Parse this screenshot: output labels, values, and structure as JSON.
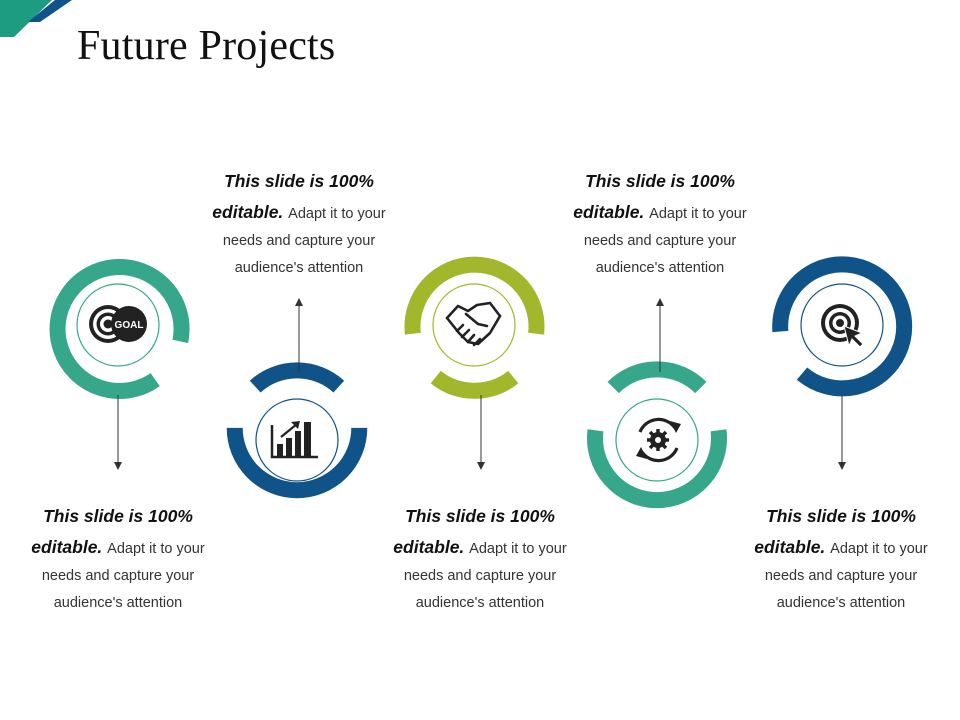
{
  "slide": {
    "title": "Future Projects"
  },
  "colors": {
    "teal": "#36A78A",
    "navy": "#0F5389",
    "olive": "#A2B72B",
    "arrow": "#333333",
    "corner_teal": "#1E9C82",
    "corner_navy": "#0F5389"
  },
  "items": [
    {
      "icon": "goal-target-icon",
      "icon_text": "GOAL",
      "color": "teal",
      "text_position": "below",
      "lead_line1": "This slide is 100%",
      "lead_line2": "editable.",
      "body_line1": "Adapt it to your",
      "body_line2": "needs and capture your",
      "body_line3": "audience's attention"
    },
    {
      "icon": "growth-chart-icon",
      "color": "navy",
      "text_position": "above",
      "lead_line1": "This slide is 100%",
      "lead_line2": "editable.",
      "body_line1": "Adapt it to your",
      "body_line2": "needs and capture your",
      "body_line3": "audience's attention"
    },
    {
      "icon": "handshake-icon",
      "color": "olive",
      "text_position": "below",
      "lead_line1": "This slide is 100%",
      "lead_line2": "editable.",
      "body_line1": "Adapt it to your",
      "body_line2": "needs and capture your",
      "body_line3": "audience's attention"
    },
    {
      "icon": "gear-cycle-icon",
      "color": "teal",
      "text_position": "above",
      "lead_line1": "This slide is 100%",
      "lead_line2": "editable.",
      "body_line1": "Adapt it to your",
      "body_line2": "needs and capture your",
      "body_line3": "audience's attention"
    },
    {
      "icon": "target-cursor-icon",
      "color": "navy",
      "text_position": "below",
      "lead_line1": "This slide is 100%",
      "lead_line2": "editable.",
      "body_line1": "Adapt it to your",
      "body_line2": "needs and capture your",
      "body_line3": "audience's attention"
    }
  ]
}
